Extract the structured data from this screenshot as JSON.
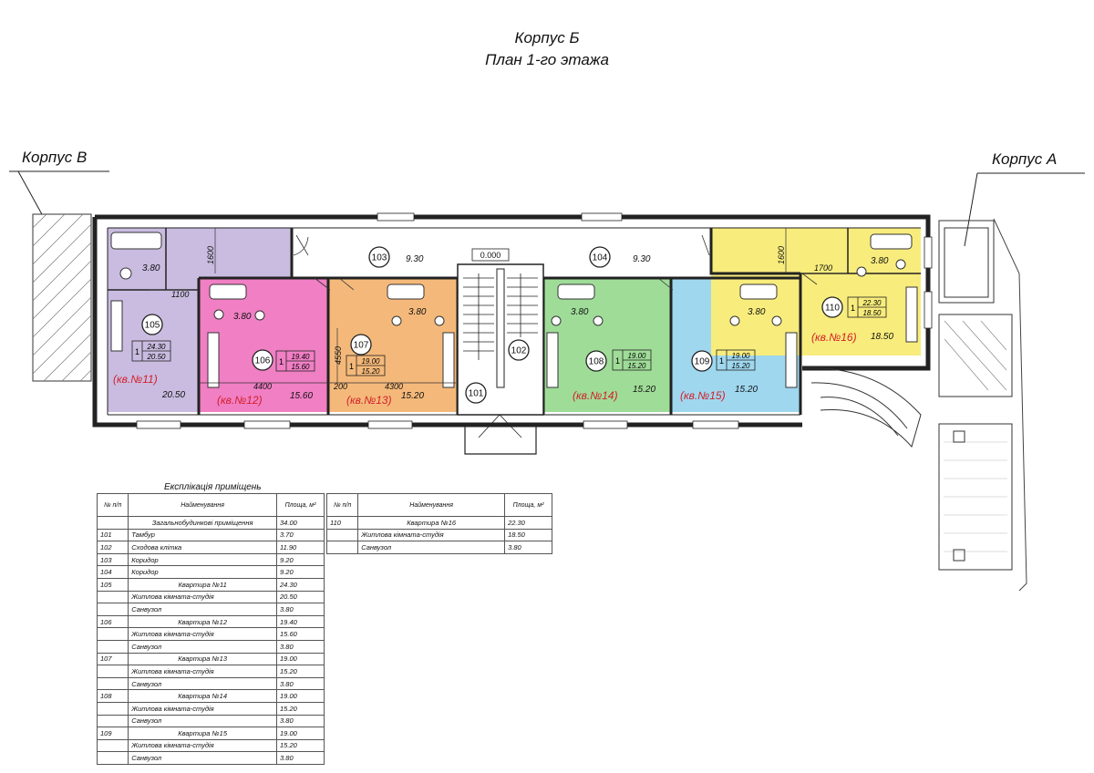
{
  "header": {
    "building": "Корпус Б",
    "floor_plan": "План 1-го этажа"
  },
  "neighbors": {
    "left": "Корпус В",
    "right": "Корпус А"
  },
  "colors": {
    "lavender": "#c9bce0",
    "pink": "#f07fc4",
    "orange": "#f4b97a",
    "green": "#9fdc98",
    "blue": "#9fd7ef",
    "yellow": "#f8ec7c",
    "wall": "#222222",
    "apt_label": "#d4202a"
  },
  "plan": {
    "level_mark": "0.000",
    "room_tags": [
      "105",
      "106",
      "107",
      "103",
      "102",
      "101",
      "108",
      "104",
      "109",
      "110"
    ],
    "apt_labels": [
      "(кв.№11)",
      "(кв.№12)",
      "(кв.№13)",
      "(кв.№14)",
      "(кв.№15)",
      "(кв.№16)"
    ],
    "bath_areas": [
      "3.80",
      "3.80",
      "3.80",
      "3.80",
      "3.80",
      "3.80"
    ],
    "living_areas": [
      "20.50",
      "15.60",
      "15.20",
      "15.20",
      "15.20",
      "18.50"
    ],
    "corridor_areas": [
      "9.30",
      "9.30"
    ],
    "dimensions": [
      "1600",
      "1100",
      "4400",
      "4550",
      "4300",
      "1600",
      "1700",
      "200"
    ],
    "apt_boxes": [
      {
        "rooms": "1",
        "total": "24.30",
        "living": "20.50"
      },
      {
        "rooms": "1",
        "total": "19.40",
        "living": "15.60"
      },
      {
        "rooms": "1",
        "total": "19.00",
        "living": "15.20"
      },
      {
        "rooms": "1",
        "total": "19.00",
        "living": "15.20"
      },
      {
        "rooms": "1",
        "total": "19.00",
        "living": "15.20"
      },
      {
        "rooms": "1",
        "total": "22.30",
        "living": "18.50"
      }
    ]
  },
  "explication": {
    "title": "Експлікація приміщень",
    "headers": {
      "num": "№ п/п",
      "name": "Найменування",
      "area": "Площа, м²"
    },
    "left_rows": [
      {
        "num": "",
        "name": "Загальнобудинкові приміщення",
        "area": "34.00",
        "center": true
      },
      {
        "num": "101",
        "name": "Тамбур",
        "area": "3.70",
        "center": false
      },
      {
        "num": "102",
        "name": "Сходова клітка",
        "area": "11.90",
        "center": false
      },
      {
        "num": "103",
        "name": "Коридор",
        "area": "9.20",
        "center": false
      },
      {
        "num": "104",
        "name": "Коридор",
        "area": "9.20",
        "center": false
      },
      {
        "num": "105",
        "name": "Квартира №11",
        "area": "24.30",
        "center": true
      },
      {
        "num": "",
        "name": "Житлова кімната-студія",
        "area": "20.50",
        "center": false
      },
      {
        "num": "",
        "name": "Санвузол",
        "area": "3.80",
        "center": false
      },
      {
        "num": "106",
        "name": "Квартира №12",
        "area": "19.40",
        "center": true
      },
      {
        "num": "",
        "name": "Житлова кімната-студія",
        "area": "15.60",
        "center": false
      },
      {
        "num": "",
        "name": "Санвузол",
        "area": "3.80",
        "center": false
      },
      {
        "num": "107",
        "name": "Квартира №13",
        "area": "19.00",
        "center": true
      },
      {
        "num": "",
        "name": "Житлова кімната-студія",
        "area": "15.20",
        "center": false
      },
      {
        "num": "",
        "name": "Санвузол",
        "area": "3.80",
        "center": false
      },
      {
        "num": "108",
        "name": "Квартира №14",
        "area": "19.00",
        "center": true
      },
      {
        "num": "",
        "name": "Житлова кімната-студія",
        "area": "15.20",
        "center": false
      },
      {
        "num": "",
        "name": "Санвузол",
        "area": "3.80",
        "center": false
      },
      {
        "num": "109",
        "name": "Квартира №15",
        "area": "19.00",
        "center": true
      },
      {
        "num": "",
        "name": "Житлова кімната-студія",
        "area": "15.20",
        "center": false
      },
      {
        "num": "",
        "name": "Санвузол",
        "area": "3.80",
        "center": false
      }
    ],
    "right_rows": [
      {
        "num": "110",
        "name": "Квартира №16",
        "area": "22.30",
        "center": true
      },
      {
        "num": "",
        "name": "Житлова кімната-студія",
        "area": "18.50",
        "center": false
      },
      {
        "num": "",
        "name": "Санвузол",
        "area": "3.80",
        "center": false
      }
    ]
  }
}
